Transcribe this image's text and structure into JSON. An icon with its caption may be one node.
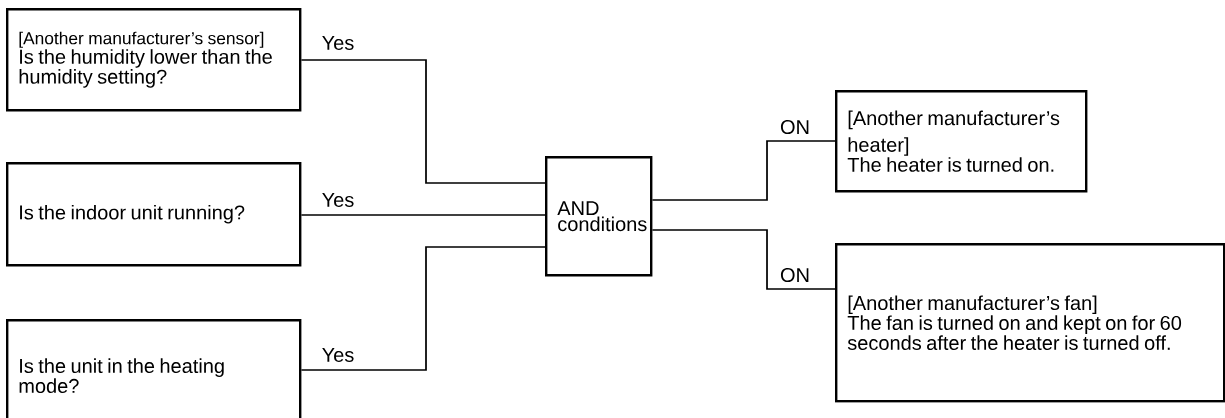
{
  "diagram": {
    "nodes": [
      {
        "text": [
          "[Another manufacturer’s sensor]",
          "Is the humidity lower than the humidity setting?"
        ]
      },
      {
        "text": [
          "Is the indoor unit running?"
        ]
      },
      {
        "text": [
          "Is the unit in the heating mode?"
        ]
      },
      {
        "text": [
          "AND conditions"
        ]
      },
      {
        "text": [
          "[Another manufacturer’s heater]",
          "The heater is turned on."
        ]
      },
      {
        "text": [
          "[Another manufacturer’s fan]",
          "The fan is turned on and kept on for 60 seconds after the heater is turned off."
        ]
      }
    ],
    "edges": [
      {
        "from": 0,
        "to": 3,
        "arrow": "none",
        "label": "Yes"
      },
      {
        "from": 1,
        "to": 3,
        "arrow": "none",
        "label": "Yes"
      },
      {
        "from": 2,
        "to": 3,
        "arrow": "none",
        "label": "Yes"
      },
      {
        "from": 3,
        "to": 4,
        "arrow": "none",
        "label": "ON"
      },
      {
        "from": 3,
        "to": 5,
        "arrow": "none",
        "label": "ON"
      }
    ]
  }
}
